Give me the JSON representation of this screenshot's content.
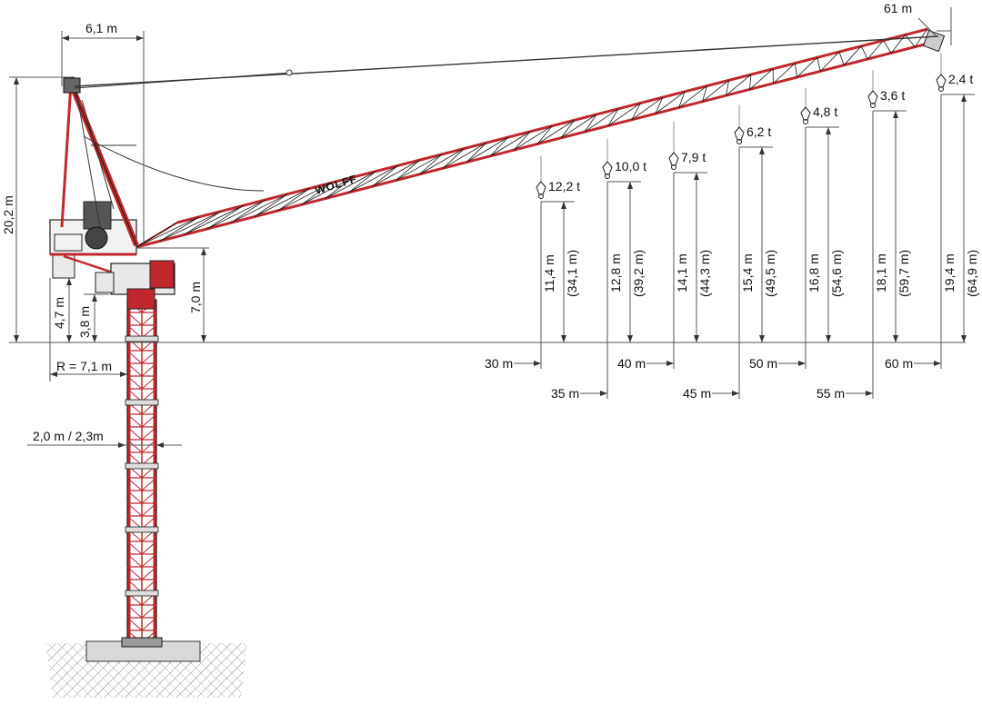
{
  "brand": "WOLFF",
  "colors": {
    "crane_red": "#c0282d",
    "outline": "#1a1a1a",
    "dim_line": "#555555",
    "ground_hatch": "#777777"
  },
  "dimensions": {
    "counter_jib_length": "6,1 m",
    "max_radius": "61 m",
    "tower_head_height": "20,2 m",
    "slewing_height": "7,0 m",
    "counterweight_height": "4,7 m",
    "ballast_height": "3,8 m",
    "tail_radius": "R = 7,1 m",
    "mast_width": "2,0 m / 2,3m"
  },
  "loads": [
    {
      "load": "12,2 t",
      "radius": "30 m",
      "hook_height": "11,4 m",
      "jib_height": "(34,1 m)"
    },
    {
      "load": "10,0 t",
      "radius": "35 m",
      "hook_height": "12,8 m",
      "jib_height": "(39,2 m)"
    },
    {
      "load": "7,9 t",
      "radius": "40 m",
      "hook_height": "14,1 m",
      "jib_height": "(44,3 m)"
    },
    {
      "load": "6,2 t",
      "radius": "45 m",
      "hook_height": "15,4 m",
      "jib_height": "(49,5 m)"
    },
    {
      "load": "4,8 t",
      "radius": "50 m",
      "hook_height": "16,8 m",
      "jib_height": "(54,6 m)"
    },
    {
      "load": "3,6 t",
      "radius": "55 m",
      "hook_height": "18,1 m",
      "jib_height": "(59,7 m)"
    },
    {
      "load": "2,4 t",
      "radius": "60 m",
      "hook_height": "19,4 m",
      "jib_height": "(64,9 m)"
    }
  ]
}
